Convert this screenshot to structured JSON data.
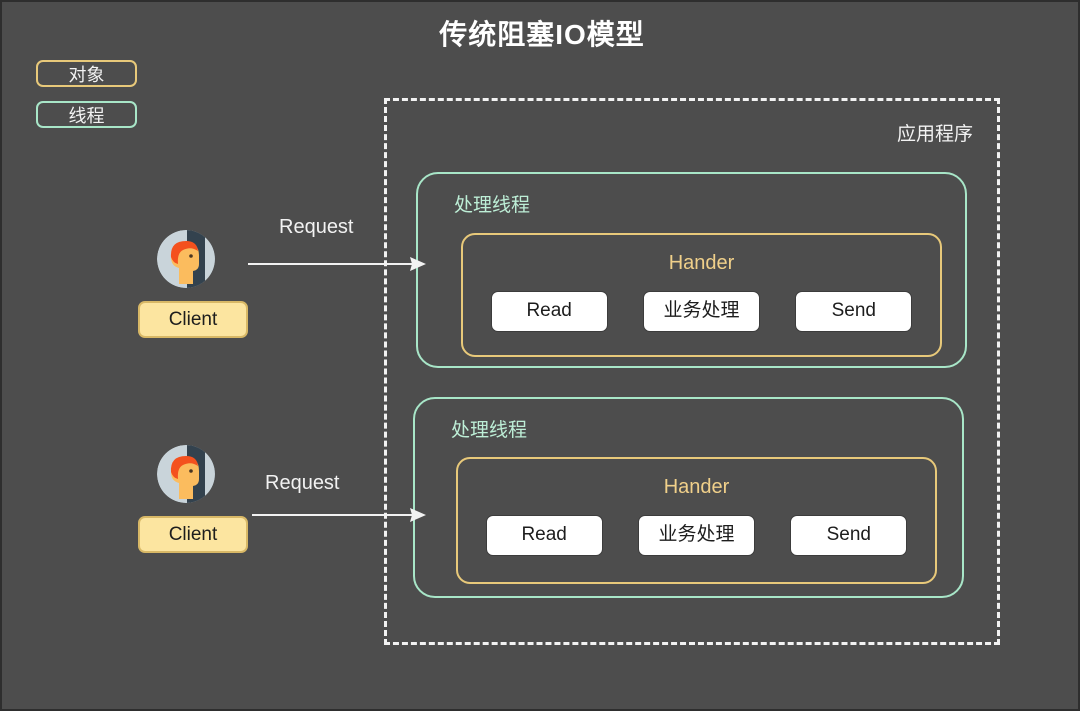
{
  "diagram": {
    "title": "传统阻塞IO模型",
    "background_color": "#4d4d4d",
    "legend": [
      {
        "label": "对象",
        "color": "#e8c97a",
        "name": "object"
      },
      {
        "label": "线程",
        "color": "#a8e6c8",
        "name": "thread"
      }
    ],
    "application": {
      "label": "应用程序",
      "border_style": "dashed",
      "border_color": "#f2f2f2"
    },
    "threads": [
      {
        "label": "处理线程",
        "color": "#a8e6c8",
        "handler": {
          "label": "Hander",
          "color": "#e8c97a",
          "steps": [
            "Read",
            "业务处理",
            "Send"
          ]
        }
      },
      {
        "label": "处理线程",
        "color": "#a8e6c8",
        "handler": {
          "label": "Hander",
          "color": "#e8c97a",
          "steps": [
            "Read",
            "业务处理",
            "Send"
          ]
        }
      }
    ],
    "clients": [
      {
        "label": "Client",
        "request_label": "Request",
        "fill": "#fce5a0"
      },
      {
        "label": "Client",
        "request_label": "Request",
        "fill": "#fce5a0"
      }
    ]
  }
}
